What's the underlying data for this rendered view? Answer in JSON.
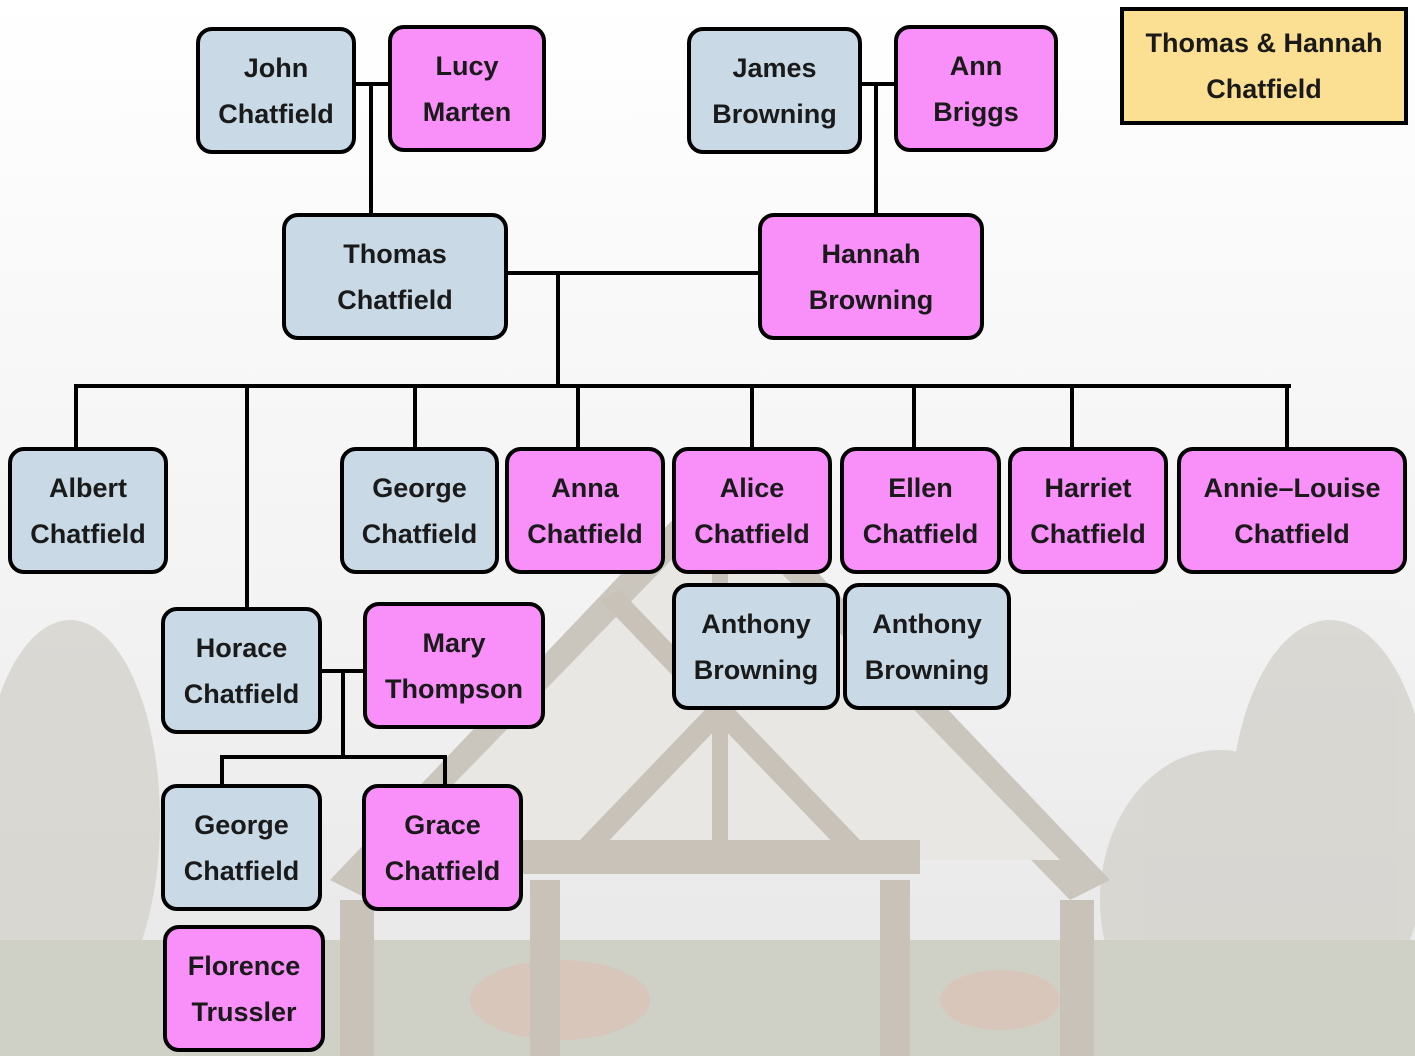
{
  "title": {
    "line1": "Thomas & Hannah",
    "line2": "Chatfield"
  },
  "people": {
    "john_chatfield": {
      "first": "John",
      "last": "Chatfield"
    },
    "lucy_marten": {
      "first": "Lucy",
      "last": "Marten"
    },
    "james_browning": {
      "first": "James",
      "last": "Browning"
    },
    "ann_briggs": {
      "first": "Ann",
      "last": "Briggs"
    },
    "thomas_chatfield": {
      "first": "Thomas",
      "last": "Chatfield"
    },
    "hannah_browning": {
      "first": "Hannah",
      "last": "Browning"
    },
    "albert_chatfield": {
      "first": "Albert",
      "last": "Chatfield"
    },
    "george_chatfield": {
      "first": "George",
      "last": "Chatfield"
    },
    "anna_chatfield": {
      "first": "Anna",
      "last": "Chatfield"
    },
    "alice_chatfield": {
      "first": "Alice",
      "last": "Chatfield"
    },
    "ellen_chatfield": {
      "first": "Ellen",
      "last": "Chatfield"
    },
    "harriet_chatfield": {
      "first": "Harriet",
      "last": "Chatfield"
    },
    "annie_louise_chatfield": {
      "first": "Annie–Louise",
      "last": "Chatfield"
    },
    "anthony_browning_1": {
      "first": "Anthony",
      "last": "Browning"
    },
    "anthony_browning_2": {
      "first": "Anthony",
      "last": "Browning"
    },
    "horace_chatfield": {
      "first": "Horace",
      "last": "Chatfield"
    },
    "mary_thompson": {
      "first": "Mary",
      "last": "Thompson"
    },
    "george_chatfield_2": {
      "first": "George",
      "last": "Chatfield"
    },
    "grace_chatfield": {
      "first": "Grace",
      "last": "Chatfield"
    },
    "florence_trussler": {
      "first": "Florence",
      "last": "Trussler"
    }
  },
  "colors": {
    "male": "#c9dae6",
    "female": "#f98ff9",
    "title": "#fbe093"
  }
}
